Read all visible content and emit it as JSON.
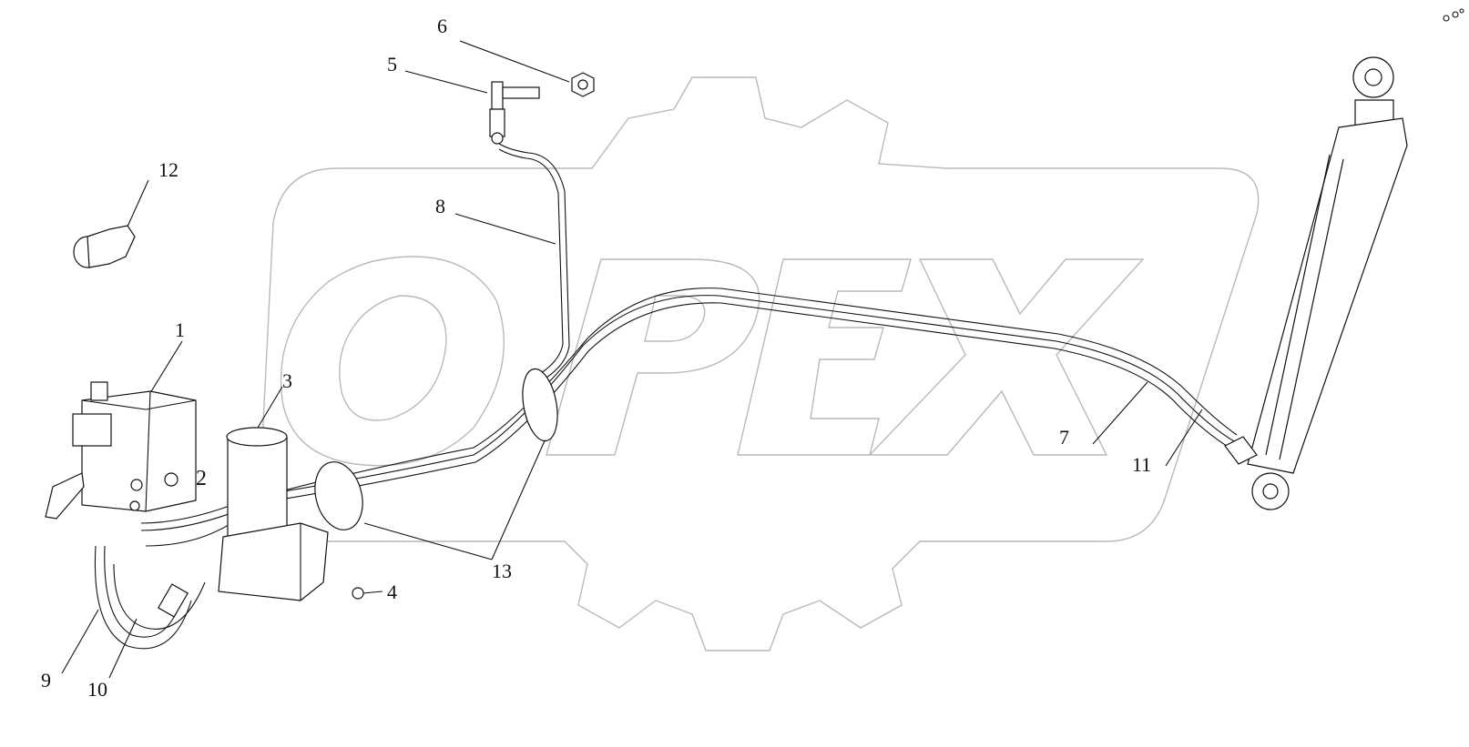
{
  "diagram": {
    "watermark_text": "OPEX",
    "callouts": [
      {
        "id": "callout-1",
        "text": "1"
      },
      {
        "id": "callout-2",
        "text": "2"
      },
      {
        "id": "callout-3",
        "text": "3"
      },
      {
        "id": "callout-4",
        "text": "4"
      },
      {
        "id": "callout-5",
        "text": "5"
      },
      {
        "id": "callout-6",
        "text": "6"
      },
      {
        "id": "callout-7",
        "text": "7"
      },
      {
        "id": "callout-8",
        "text": "8"
      },
      {
        "id": "callout-9",
        "text": "9"
      },
      {
        "id": "callout-10",
        "text": "10"
      },
      {
        "id": "callout-11",
        "text": "11"
      },
      {
        "id": "callout-12",
        "text": "12"
      },
      {
        "id": "callout-13",
        "text": "13"
      }
    ]
  }
}
